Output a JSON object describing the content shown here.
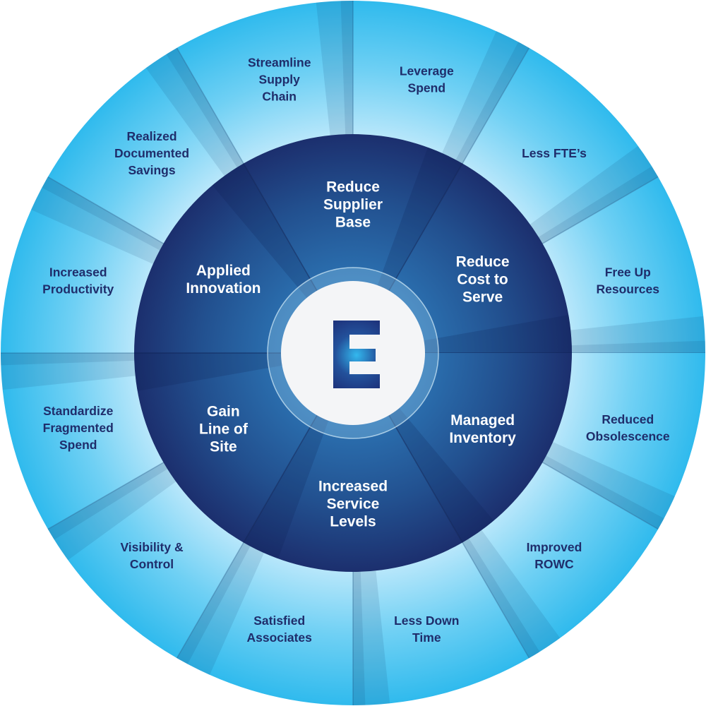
{
  "center": {
    "letter": "E"
  },
  "inner_segments": [
    {
      "label": [
        "Reduce",
        "Cost to",
        "Serve"
      ]
    },
    {
      "label": [
        "Reduce",
        "Supplier",
        "Base"
      ]
    },
    {
      "label": [
        "Applied",
        "Innovation"
      ]
    },
    {
      "label": [
        "Gain",
        "Line of",
        "Site"
      ]
    },
    {
      "label": [
        "Increased",
        "Service",
        "Levels"
      ]
    },
    {
      "label": [
        "Managed",
        "Inventory"
      ]
    }
  ],
  "outer_segments": [
    {
      "label": [
        "Free Up",
        "Resources"
      ]
    },
    {
      "label": [
        "Less FTE’s"
      ]
    },
    {
      "label": [
        "Leverage",
        "Spend"
      ]
    },
    {
      "label": [
        "Streamline",
        "Supply",
        "Chain"
      ]
    },
    {
      "label": [
        "Realized",
        "Documented",
        "Savings"
      ]
    },
    {
      "label": [
        "Increased",
        "Productivity"
      ]
    },
    {
      "label": [
        "Standardize",
        "Fragmented",
        "Spend"
      ]
    },
    {
      "label": [
        "Visibility &",
        "Control"
      ]
    },
    {
      "label": [
        "Satisfied",
        "Associates"
      ]
    },
    {
      "label": [
        "Less Down",
        "Time"
      ]
    },
    {
      "label": [
        "Improved",
        "ROWC"
      ]
    },
    {
      "label": [
        "Reduced",
        "Obsolescence"
      ]
    }
  ],
  "colors": {
    "outer_light": "#c9eefc",
    "outer": "#33bdef",
    "inner_dark": "#1c2f6e",
    "inner_light": "#2f78b8",
    "text_dark": "#1f2d6b"
  }
}
